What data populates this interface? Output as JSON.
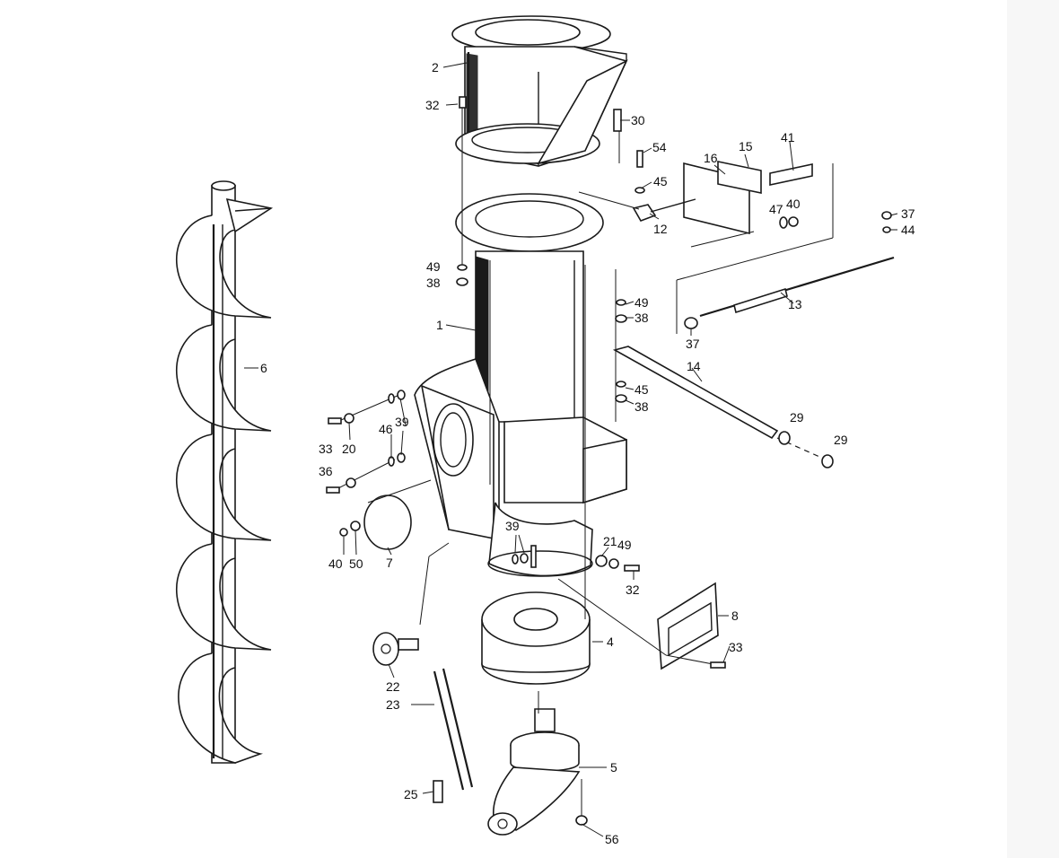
{
  "labels": {
    "l1": "1",
    "l2": "2",
    "l4": "4",
    "l5": "5",
    "l6": "6",
    "l7": "7",
    "l8": "8",
    "l12": "12",
    "l13": "13",
    "l14": "14",
    "l15": "15",
    "l16": "16",
    "l20": "20",
    "l21": "21",
    "l22": "22",
    "l23": "23",
    "l25": "25",
    "l29a": "29",
    "l29b": "29",
    "l30": "30",
    "l32a": "32",
    "l32b": "32",
    "l33a": "33",
    "l33b": "33",
    "l36": "36",
    "l37a": "37",
    "l37b": "37",
    "l38a": "38",
    "l38b": "38",
    "l38c": "38",
    "l39a": "39",
    "l39b": "39",
    "l40a": "40",
    "l40b": "40",
    "l41": "41",
    "l44": "44",
    "l45a": "45",
    "l45b": "45",
    "l46": "46",
    "l47": "47",
    "l49a": "49",
    "l49b": "49",
    "l49c": "49",
    "l50": "50",
    "l54": "54",
    "l56": "56"
  }
}
